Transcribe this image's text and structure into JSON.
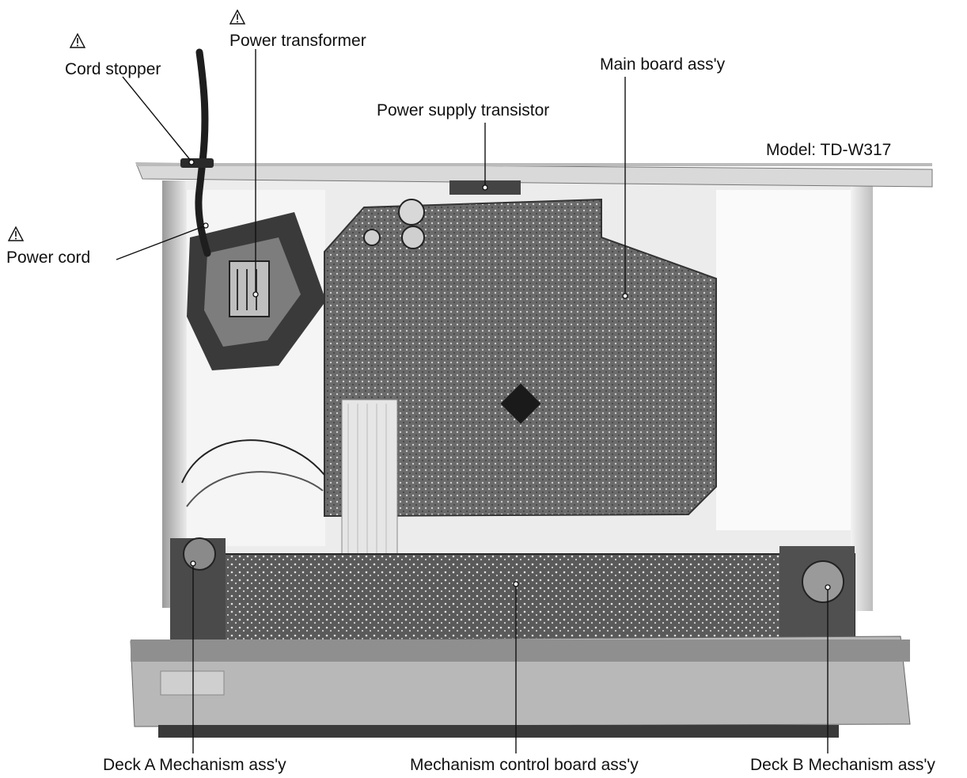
{
  "model": "Model: TD-W317",
  "callouts": {
    "cord_stopper": "Cord stopper",
    "power_transformer": "Power transformer",
    "power_supply_transistor": "Power supply transistor",
    "main_board": "Main board ass'y",
    "power_cord": "Power cord",
    "deck_a": "Deck A Mechanism ass'y",
    "mechanism_control_board": "Mechanism control board ass'y",
    "deck_b": "Deck B Mechanism ass'y"
  },
  "warning_icon": "caution-triangle-icon"
}
